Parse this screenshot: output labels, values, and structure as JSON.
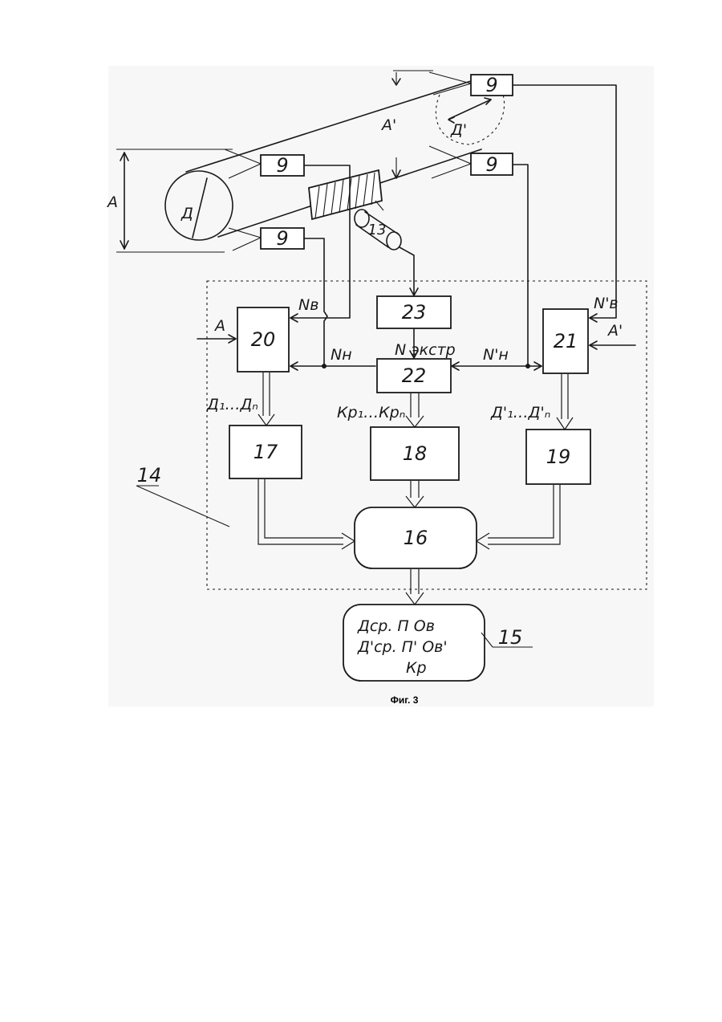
{
  "figure": {
    "caption": "Фиг. 3",
    "device_labels": {
      "A": "А",
      "A_prime": "А'",
      "D": "Д",
      "D_prime": "Д'"
    },
    "sensors": [
      "9",
      "9",
      "9",
      "9"
    ],
    "camera": "13",
    "system_ref": "14",
    "display_ref": "15",
    "blocks": {
      "b16": "16",
      "b17": "17",
      "b18": "18",
      "b19": "19",
      "b20": "20",
      "b21": "21",
      "b22": "22",
      "b23": "23"
    },
    "signals": {
      "NB": "Nв",
      "NH": "Nн",
      "NB_prime": "N'в",
      "NH_prime": "N'н",
      "N_extr": "N экстр",
      "A_in": "А",
      "A_prime_in": "А'",
      "D_range": "Д₁…Дₙ",
      "Kp_range": "Кр₁…Крₙ",
      "D_prime_range": "Д'₁…Д'ₙ"
    },
    "display_lines": {
      "line1": "Дср.  П  Ов",
      "line2": "Д'ср.  П'  Ов'",
      "line3": "Кр"
    }
  }
}
